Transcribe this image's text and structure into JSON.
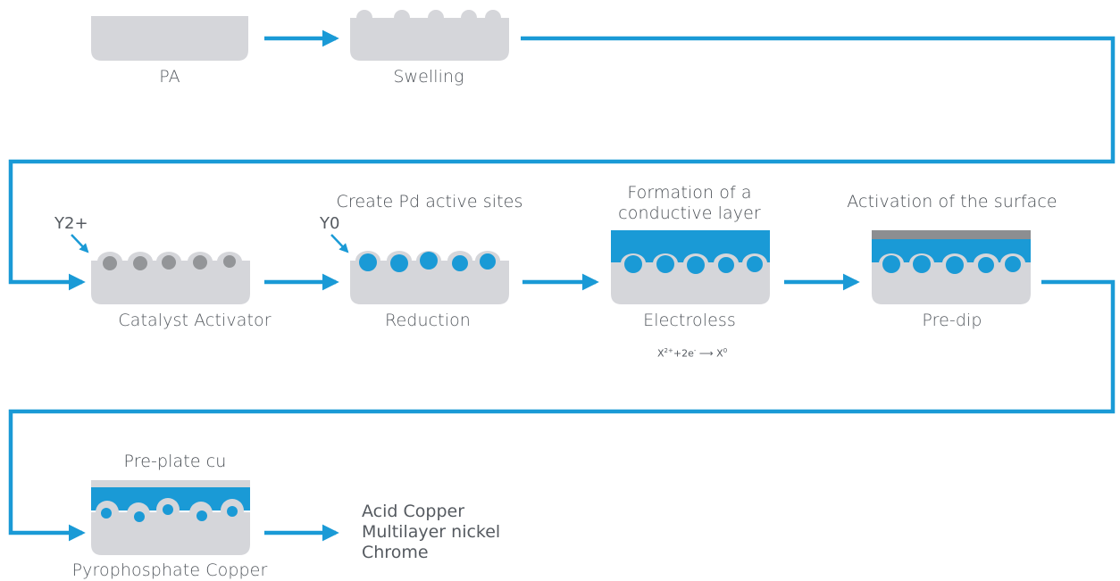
{
  "colors": {
    "substrate": "#d5d6da",
    "flow_blue": "#1a9ad6",
    "particle_blue": "#1a9ad6",
    "catalyst_grey": "#939598",
    "nickel_top": "#8c8e91",
    "text": "#555a60"
  },
  "steps": {
    "pa": {
      "label": "PA"
    },
    "swelling": {
      "label": "Swelling"
    },
    "catalyst": {
      "label": "Catalyst Activator",
      "ion": "Y2+"
    },
    "reduction": {
      "label": "Reduction",
      "title": "Create Pd active sites",
      "ion": "Y0"
    },
    "electroless": {
      "label": "Electroless",
      "title_line1": "Formation of a",
      "title_line2": "conductive layer",
      "equation": {
        "a": "X",
        "a_sup": "2+",
        "b": "+2e",
        "b_sup": "-",
        "arrow": "⟶",
        "c": "X",
        "c_sup": "0"
      }
    },
    "predip": {
      "label": "Pre-dip",
      "title": "Activation of the surface"
    },
    "preplate": {
      "label": "Pyrophosphate Copper",
      "title": "Pre-plate cu"
    }
  },
  "next_steps": [
    "Acid Copper",
    "Multilayer nickel",
    "Chrome"
  ]
}
